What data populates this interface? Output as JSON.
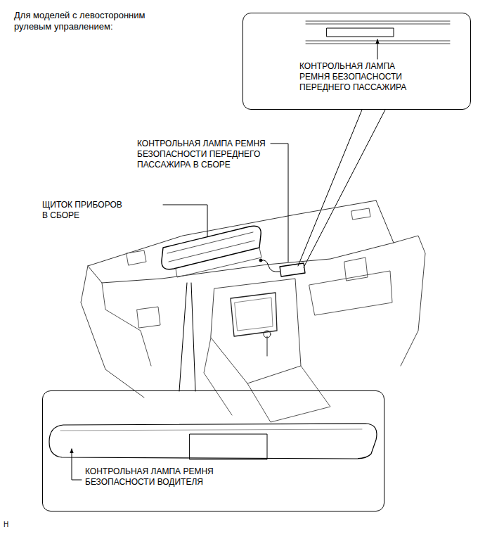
{
  "diagram": {
    "title": "Для моделей с левосторонним рулевым управлением:",
    "nodes": [
      {
        "text": [
          "КОНТРОЛЬНАЯ ЛАМПА РЕМНЯ БЕЗОПАСНОСТИ ПЕРЕДНЕГО ПАССАЖИРА"
        ]
      },
      {
        "text": [
          "КОНТРОЛЬНАЯ ЛАМПА РЕМНЯ БЕЗОПАСНОСТИ ВОДИТЕЛЯ"
        ]
      }
    ],
    "labels": [
      "КОНТРОЛЬНАЯ ЛАМПА РЕМНЯ БЕЗОПАСНОСТИ ПЕРЕДНЕГО ПАССАЖИРА В СБОРЕ",
      "ЩИТОК ПРИБОРОВ В СБОРЕ",
      "H"
    ]
  }
}
